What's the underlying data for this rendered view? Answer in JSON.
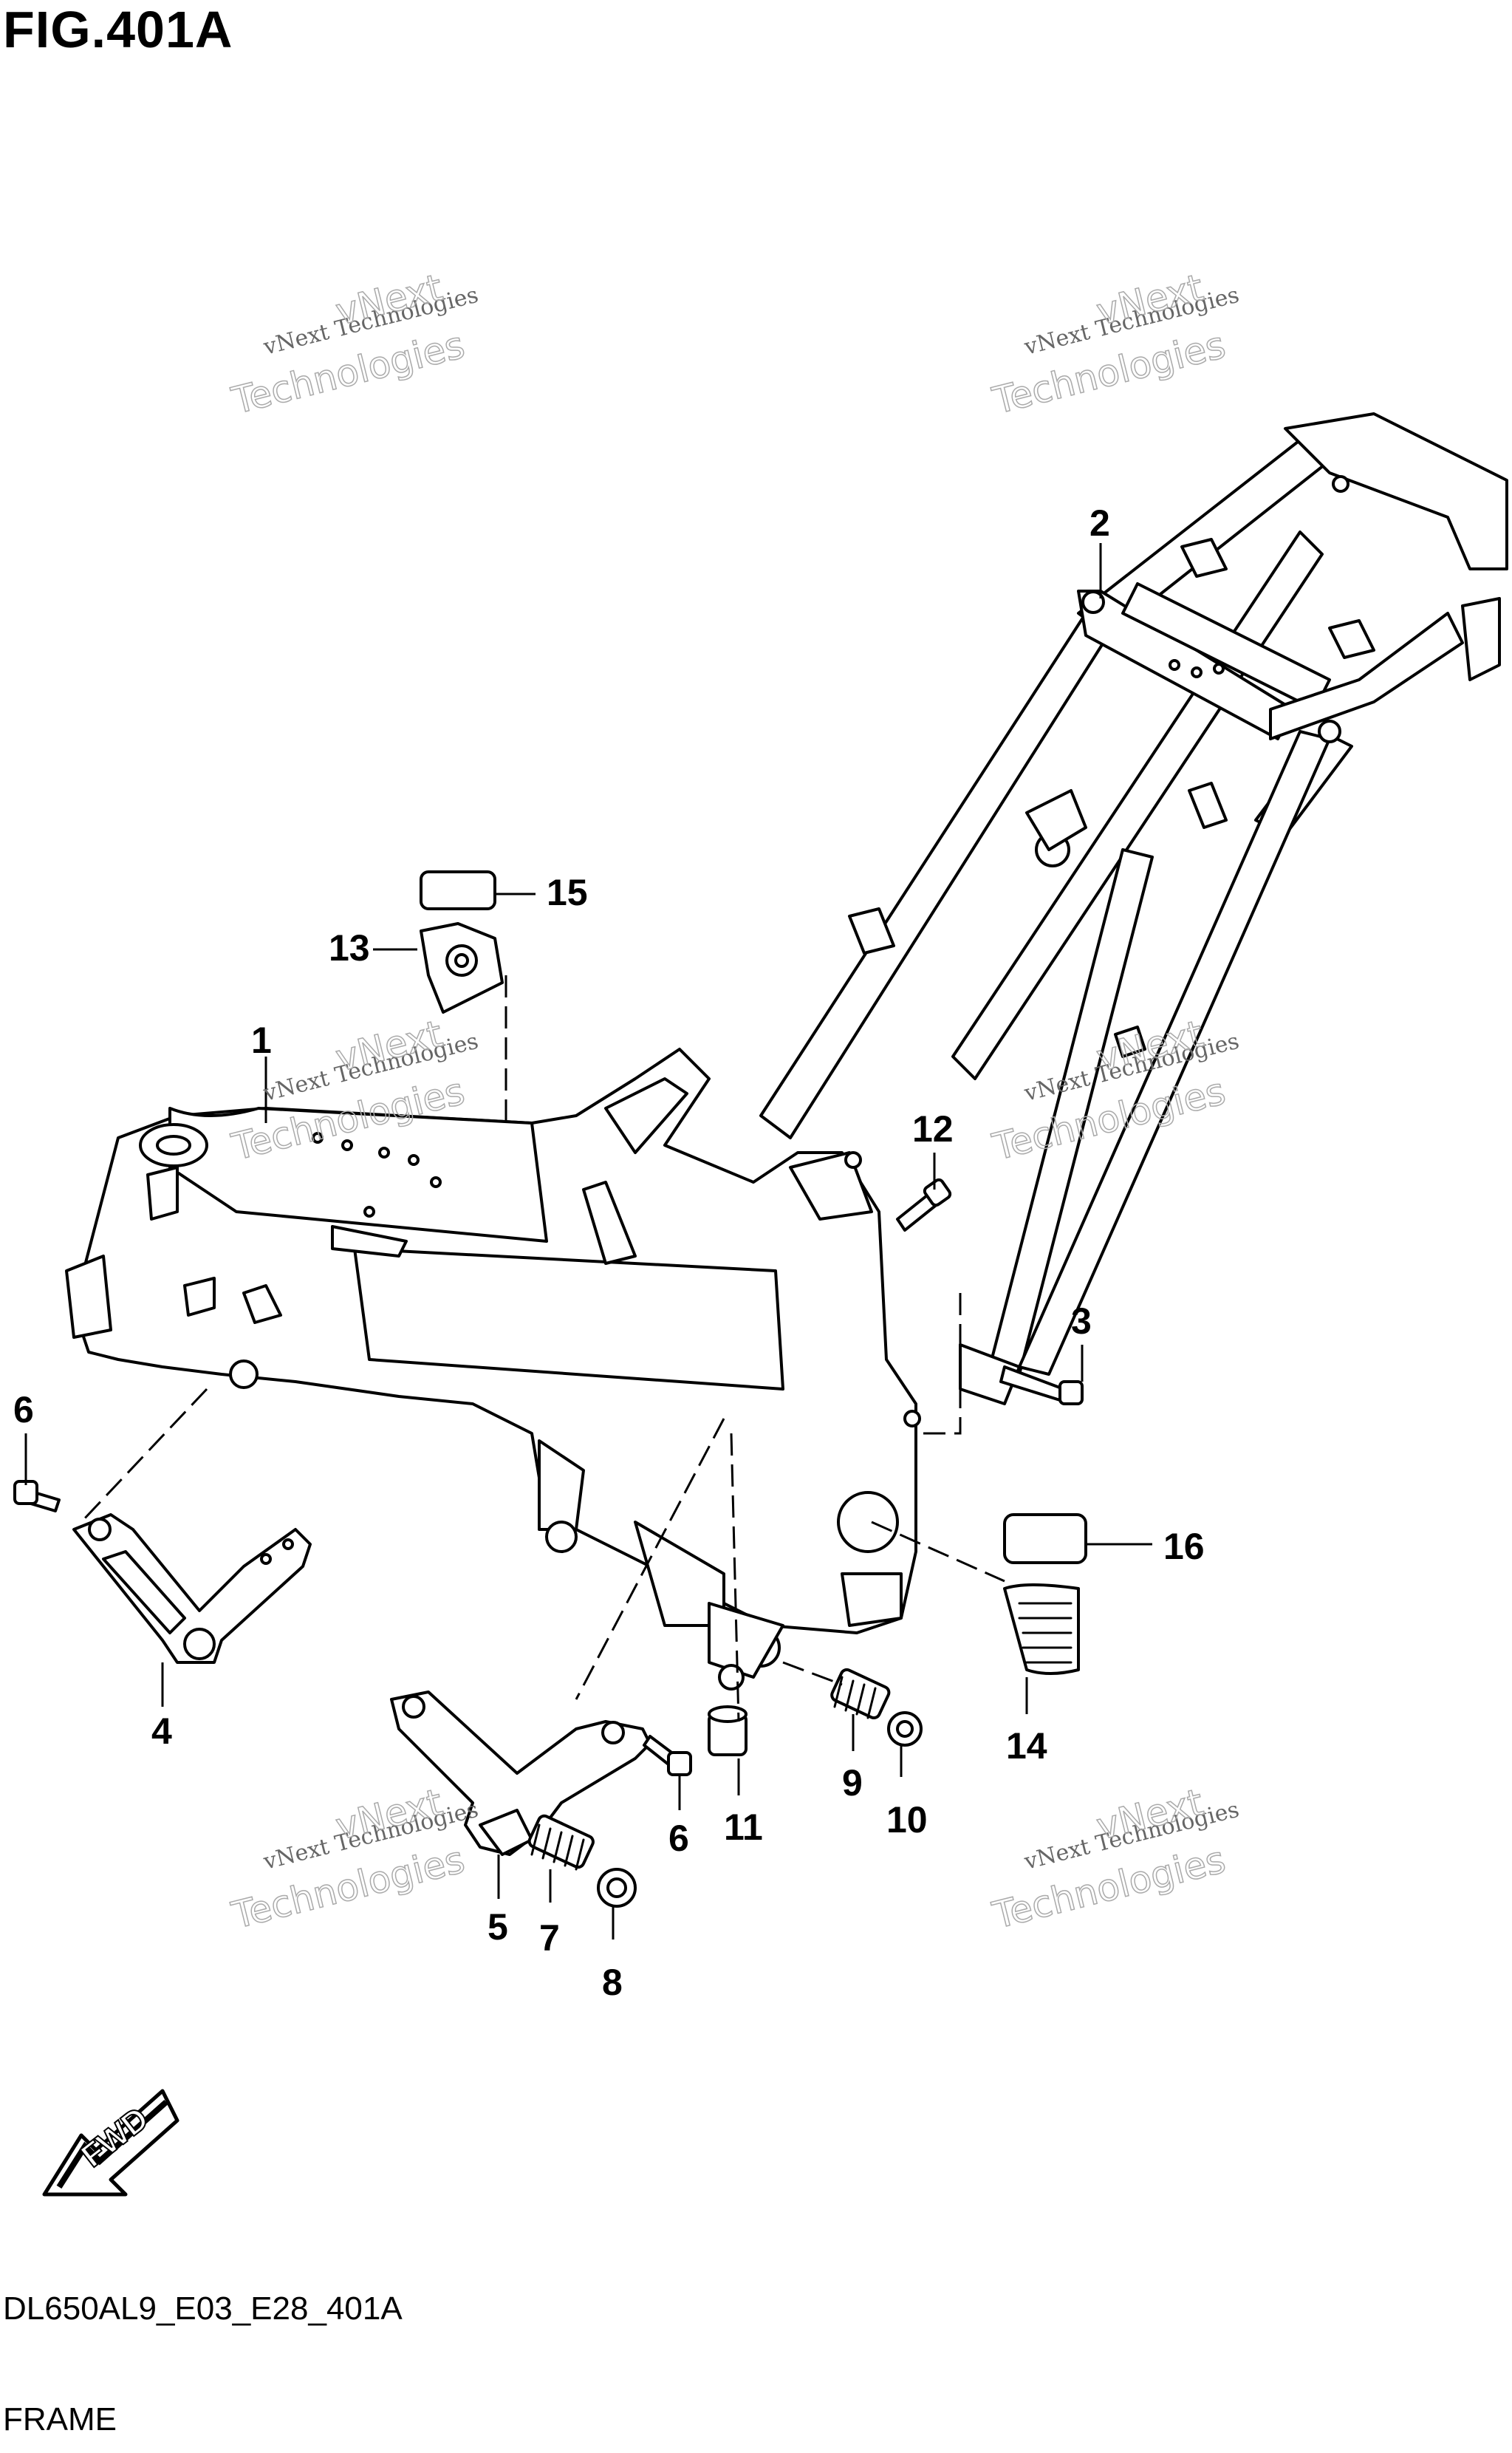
{
  "figure": {
    "title": "FIG.401A",
    "code": "DL650AL9_E03_E28_401A",
    "name": "FRAME"
  },
  "watermark": {
    "line1": "vNext Technologies",
    "line2a": "vNext",
    "line2b": "Technologies"
  },
  "fwd_label": "FWD",
  "callouts": [
    "1",
    "2",
    "3",
    "4",
    "5",
    "6",
    "6",
    "7",
    "8",
    "9",
    "10",
    "11",
    "12",
    "13",
    "14",
    "15",
    "16"
  ]
}
